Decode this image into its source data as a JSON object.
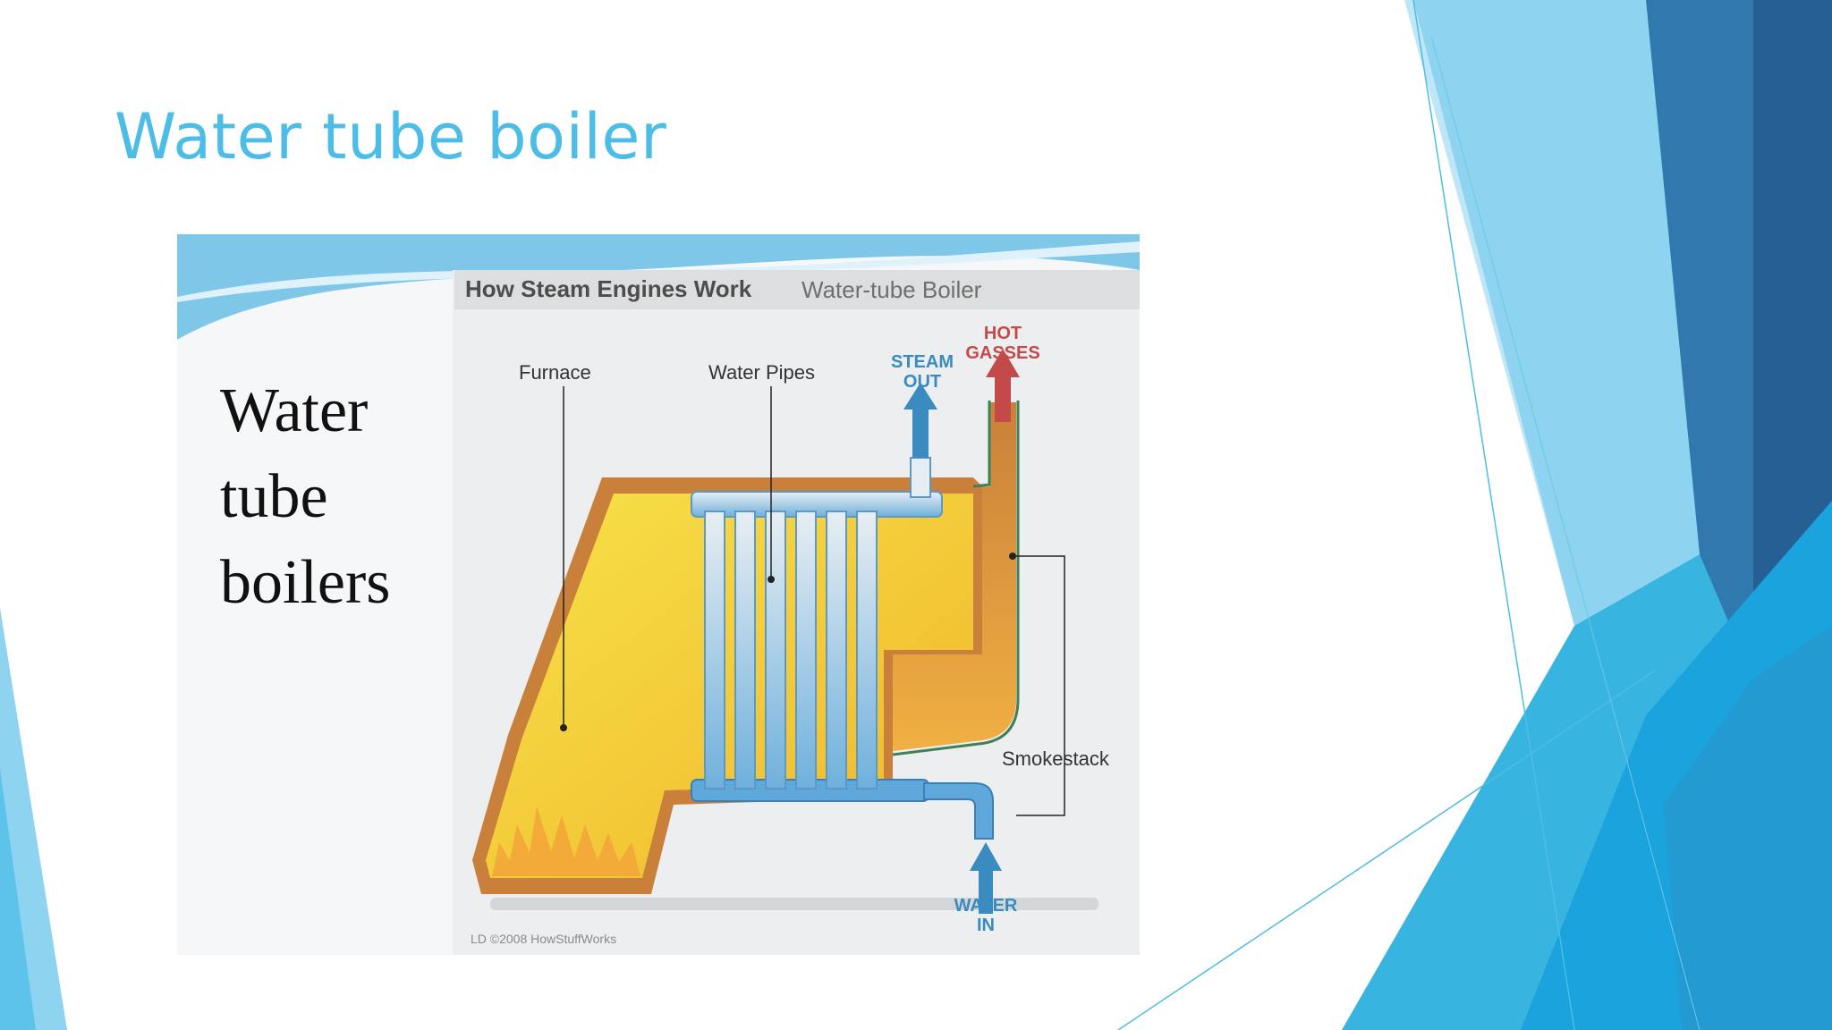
{
  "slide": {
    "title": "Water tube boiler"
  },
  "figure": {
    "side_label_lines": [
      "Water",
      "tube",
      "boilers"
    ],
    "header_strong": "How Steam Engines Work",
    "header_light": "Water-tube Boiler",
    "labels": {
      "furnace": "Furnace",
      "water_pipes": "Water Pipes",
      "steam_out": [
        "STEAM",
        "OUT"
      ],
      "hot_gasses": [
        "HOT",
        "GASSES"
      ],
      "smokestack": "Smokestack",
      "water_in": [
        "WATER",
        "IN"
      ]
    },
    "credit": "LD ©2008 HowStuffWorks"
  },
  "colors": {
    "title": "#4cbde6",
    "accent_dark": "#2a6fa8",
    "accent_mid": "#38b4e0",
    "accent_light": "#8ed3ef",
    "furnace_yellow": "#f3c92e",
    "shell_orange": "#c9803a",
    "water_blue": "#3a8bbf",
    "gas_red": "#c44a4a"
  }
}
